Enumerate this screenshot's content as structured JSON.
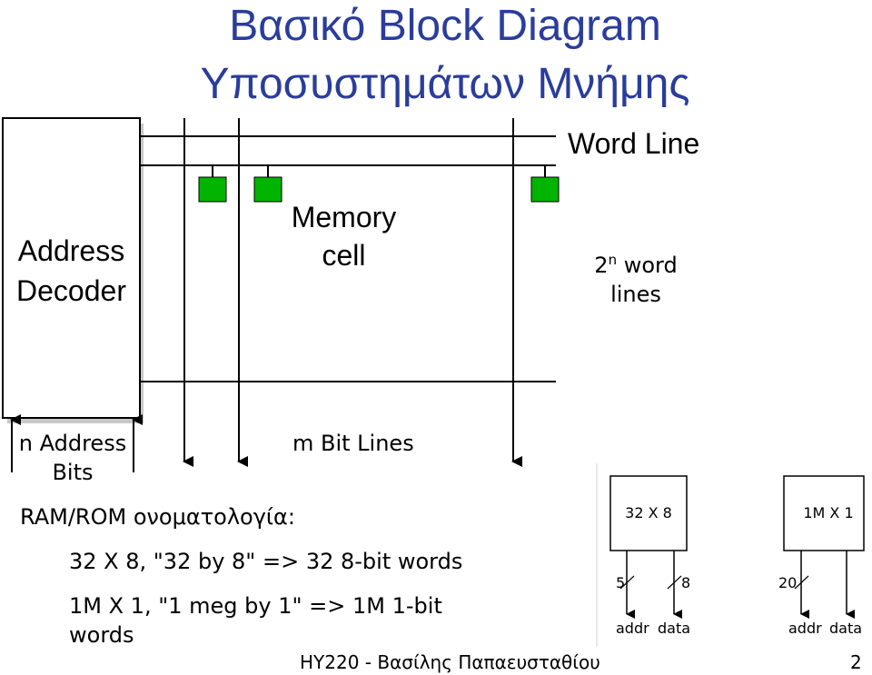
{
  "title": {
    "line1": "Βασικό Block Diagram",
    "line2": "Υποσυστημάτων Μνήμης"
  },
  "diagram": {
    "address_decoder": {
      "line1": "Address",
      "line2": "Decoder"
    },
    "memory_cell": {
      "line1": "Memory",
      "line2": "cell"
    },
    "word_line_label": "Word Line",
    "word_lines_count": {
      "base": "2",
      "exp": "n",
      "rest": "word",
      "line2": "lines"
    },
    "address_bits": {
      "line1": "n Address",
      "line2": "Bits"
    },
    "bit_lines_label": "m Bit Lines",
    "cell_color": "#00b400"
  },
  "text": {
    "nomenclature": "RAM/ROM ονοματολογία:",
    "example1": "32 X 8, \"32 by 8\" => 32 8-bit words",
    "example2_line1": "1M X 1, \"1 meg by 1\" => 1M 1-bit",
    "example2_line2": "words"
  },
  "chips": [
    {
      "label": "32 X 8",
      "addr_width": "5",
      "data_width": "8",
      "addr": "addr",
      "data": "data"
    },
    {
      "label": "1M X 1",
      "addr_width": "20",
      "data_width": "",
      "addr": "addr",
      "data": "data"
    }
  ],
  "footer": {
    "course": "HY220 - Βασίλης Παπαευσταθίου",
    "page": "2"
  }
}
